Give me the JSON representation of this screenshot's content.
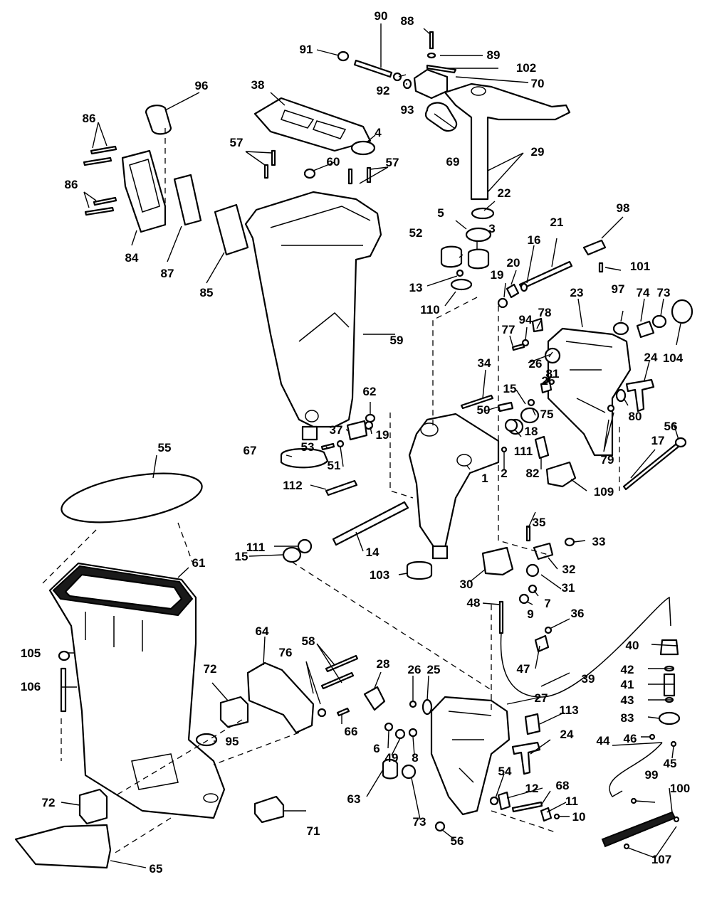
{
  "callouts": [
    {
      "id": "c90",
      "label": "90"
    },
    {
      "id": "c88",
      "label": "88"
    },
    {
      "id": "c91",
      "label": "91"
    },
    {
      "id": "c89",
      "label": "89"
    },
    {
      "id": "c102",
      "label": "102"
    },
    {
      "id": "c96",
      "label": "96"
    },
    {
      "id": "c38",
      "label": "38"
    },
    {
      "id": "c70",
      "label": "70"
    },
    {
      "id": "c92",
      "label": "92"
    },
    {
      "id": "c93",
      "label": "93"
    },
    {
      "id": "c86a",
      "label": "86"
    },
    {
      "id": "c4",
      "label": "4"
    },
    {
      "id": "c57a",
      "label": "57"
    },
    {
      "id": "c57b",
      "label": "57"
    },
    {
      "id": "c60",
      "label": "60"
    },
    {
      "id": "c69",
      "label": "69"
    },
    {
      "id": "c29",
      "label": "29"
    },
    {
      "id": "c86b",
      "label": "86"
    },
    {
      "id": "c22",
      "label": "22"
    },
    {
      "id": "c5",
      "label": "5"
    },
    {
      "id": "c98",
      "label": "98"
    },
    {
      "id": "c52",
      "label": "52"
    },
    {
      "id": "c3",
      "label": "3"
    },
    {
      "id": "c21",
      "label": "21"
    },
    {
      "id": "c16",
      "label": "16"
    },
    {
      "id": "c84",
      "label": "84"
    },
    {
      "id": "c87",
      "label": "87"
    },
    {
      "id": "c20",
      "label": "20"
    },
    {
      "id": "c101",
      "label": "101"
    },
    {
      "id": "c19a",
      "label": "19"
    },
    {
      "id": "c85",
      "label": "85"
    },
    {
      "id": "c13",
      "label": "13"
    },
    {
      "id": "c110",
      "label": "110"
    },
    {
      "id": "c97",
      "label": "97"
    },
    {
      "id": "c74",
      "label": "74"
    },
    {
      "id": "c73a",
      "label": "73"
    },
    {
      "id": "c23",
      "label": "23"
    },
    {
      "id": "c78",
      "label": "78"
    },
    {
      "id": "c94",
      "label": "94"
    },
    {
      "id": "c77",
      "label": "77"
    },
    {
      "id": "c59",
      "label": "59"
    },
    {
      "id": "c104",
      "label": "104"
    },
    {
      "id": "c26a",
      "label": "26"
    },
    {
      "id": "c25a",
      "label": "25"
    },
    {
      "id": "c24a",
      "label": "24"
    },
    {
      "id": "c34",
      "label": "34"
    },
    {
      "id": "c81",
      "label": "81"
    },
    {
      "id": "c15a",
      "label": "15"
    },
    {
      "id": "c62",
      "label": "62"
    },
    {
      "id": "c50",
      "label": "50"
    },
    {
      "id": "c75",
      "label": "75"
    },
    {
      "id": "c80",
      "label": "80"
    },
    {
      "id": "c56a",
      "label": "56"
    },
    {
      "id": "c37",
      "label": "37"
    },
    {
      "id": "c19b",
      "label": "19"
    },
    {
      "id": "c18",
      "label": "18"
    },
    {
      "id": "c55",
      "label": "55"
    },
    {
      "id": "c53",
      "label": "53"
    },
    {
      "id": "c111a",
      "label": "111"
    },
    {
      "id": "c17",
      "label": "17"
    },
    {
      "id": "c67",
      "label": "67"
    },
    {
      "id": "c51",
      "label": "51"
    },
    {
      "id": "c1",
      "label": "1"
    },
    {
      "id": "c2",
      "label": "2"
    },
    {
      "id": "c82",
      "label": "82"
    },
    {
      "id": "c79",
      "label": "79"
    },
    {
      "id": "c112",
      "label": "112"
    },
    {
      "id": "c109",
      "label": "109"
    },
    {
      "id": "c35",
      "label": "35"
    },
    {
      "id": "c111b",
      "label": "111"
    },
    {
      "id": "c33",
      "label": "33"
    },
    {
      "id": "c14",
      "label": "14"
    },
    {
      "id": "c61",
      "label": "61"
    },
    {
      "id": "c15b",
      "label": "15"
    },
    {
      "id": "c32",
      "label": "32"
    },
    {
      "id": "c103",
      "label": "103"
    },
    {
      "id": "c30",
      "label": "30"
    },
    {
      "id": "c31",
      "label": "31"
    },
    {
      "id": "c48",
      "label": "48"
    },
    {
      "id": "c7",
      "label": "7"
    },
    {
      "id": "c9",
      "label": "9"
    },
    {
      "id": "c36",
      "label": "36"
    },
    {
      "id": "c64",
      "label": "64"
    },
    {
      "id": "c58",
      "label": "58"
    },
    {
      "id": "c40",
      "label": "40"
    },
    {
      "id": "c105",
      "label": "105"
    },
    {
      "id": "c76",
      "label": "76"
    },
    {
      "id": "c28",
      "label": "28"
    },
    {
      "id": "c47",
      "label": "47"
    },
    {
      "id": "c39",
      "label": "39"
    },
    {
      "id": "c42",
      "label": "42"
    },
    {
      "id": "c106",
      "label": "106"
    },
    {
      "id": "c72a",
      "label": "72"
    },
    {
      "id": "c26b",
      "label": "26"
    },
    {
      "id": "c25b",
      "label": "25"
    },
    {
      "id": "c41",
      "label": "41"
    },
    {
      "id": "c27",
      "label": "27"
    },
    {
      "id": "c43",
      "label": "43"
    },
    {
      "id": "c113",
      "label": "113"
    },
    {
      "id": "c66",
      "label": "66"
    },
    {
      "id": "c83",
      "label": "83"
    },
    {
      "id": "c24b",
      "label": "24"
    },
    {
      "id": "c95",
      "label": "95"
    },
    {
      "id": "c6",
      "label": "6"
    },
    {
      "id": "c49",
      "label": "49"
    },
    {
      "id": "c8",
      "label": "8"
    },
    {
      "id": "c44",
      "label": "44"
    },
    {
      "id": "c46",
      "label": "46"
    },
    {
      "id": "c45",
      "label": "45"
    },
    {
      "id": "c54",
      "label": "54"
    },
    {
      "id": "c99",
      "label": "99"
    },
    {
      "id": "c12",
      "label": "12"
    },
    {
      "id": "c68",
      "label": "68"
    },
    {
      "id": "c100",
      "label": "100"
    },
    {
      "id": "c72b",
      "label": "72"
    },
    {
      "id": "c63",
      "label": "63"
    },
    {
      "id": "c11",
      "label": "11"
    },
    {
      "id": "c10",
      "label": "10"
    },
    {
      "id": "c73b",
      "label": "73"
    },
    {
      "id": "c71",
      "label": "71"
    },
    {
      "id": "c56b",
      "label": "56"
    },
    {
      "id": "c65",
      "label": "65"
    },
    {
      "id": "c107",
      "label": "107"
    }
  ]
}
